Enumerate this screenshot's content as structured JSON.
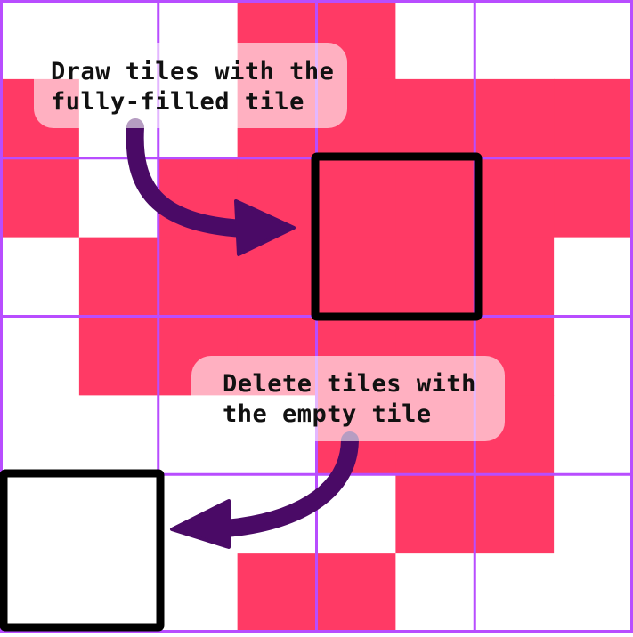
{
  "colors": {
    "filled_tile": "#ff3a65",
    "empty_tile": "#ffffff",
    "grid_line": "#b84dff",
    "arrow": "#4a0a66",
    "frame": "#000000",
    "callout_background": "rgba(255,255,255,0.6)"
  },
  "grid": {
    "columns": 8,
    "rows": 8,
    "major_every": 2,
    "filled_cells": [
      [
        0,
        3
      ],
      [
        0,
        4
      ],
      [
        1,
        0
      ],
      [
        1,
        3
      ],
      [
        1,
        4
      ],
      [
        1,
        5
      ],
      [
        1,
        6
      ],
      [
        1,
        7
      ],
      [
        2,
        0
      ],
      [
        2,
        2
      ],
      [
        2,
        3
      ],
      [
        2,
        4
      ],
      [
        2,
        5
      ],
      [
        2,
        6
      ],
      [
        2,
        7
      ],
      [
        3,
        1
      ],
      [
        3,
        2
      ],
      [
        3,
        3
      ],
      [
        3,
        4
      ],
      [
        3,
        5
      ],
      [
        3,
        6
      ],
      [
        4,
        1
      ],
      [
        4,
        2
      ],
      [
        4,
        3
      ],
      [
        4,
        4
      ],
      [
        4,
        5
      ],
      [
        4,
        6
      ],
      [
        5,
        4
      ],
      [
        5,
        5
      ],
      [
        5,
        6
      ],
      [
        6,
        5
      ],
      [
        6,
        6
      ],
      [
        7,
        3
      ],
      [
        7,
        4
      ]
    ]
  },
  "callouts": {
    "draw": "Draw tiles with the\nfully-filled tile",
    "delete": "Delete tiles with\nthe empty tile"
  },
  "icons": {
    "draw_arrow": "curved-arrow-right-icon",
    "delete_arrow": "curved-arrow-left-icon"
  }
}
